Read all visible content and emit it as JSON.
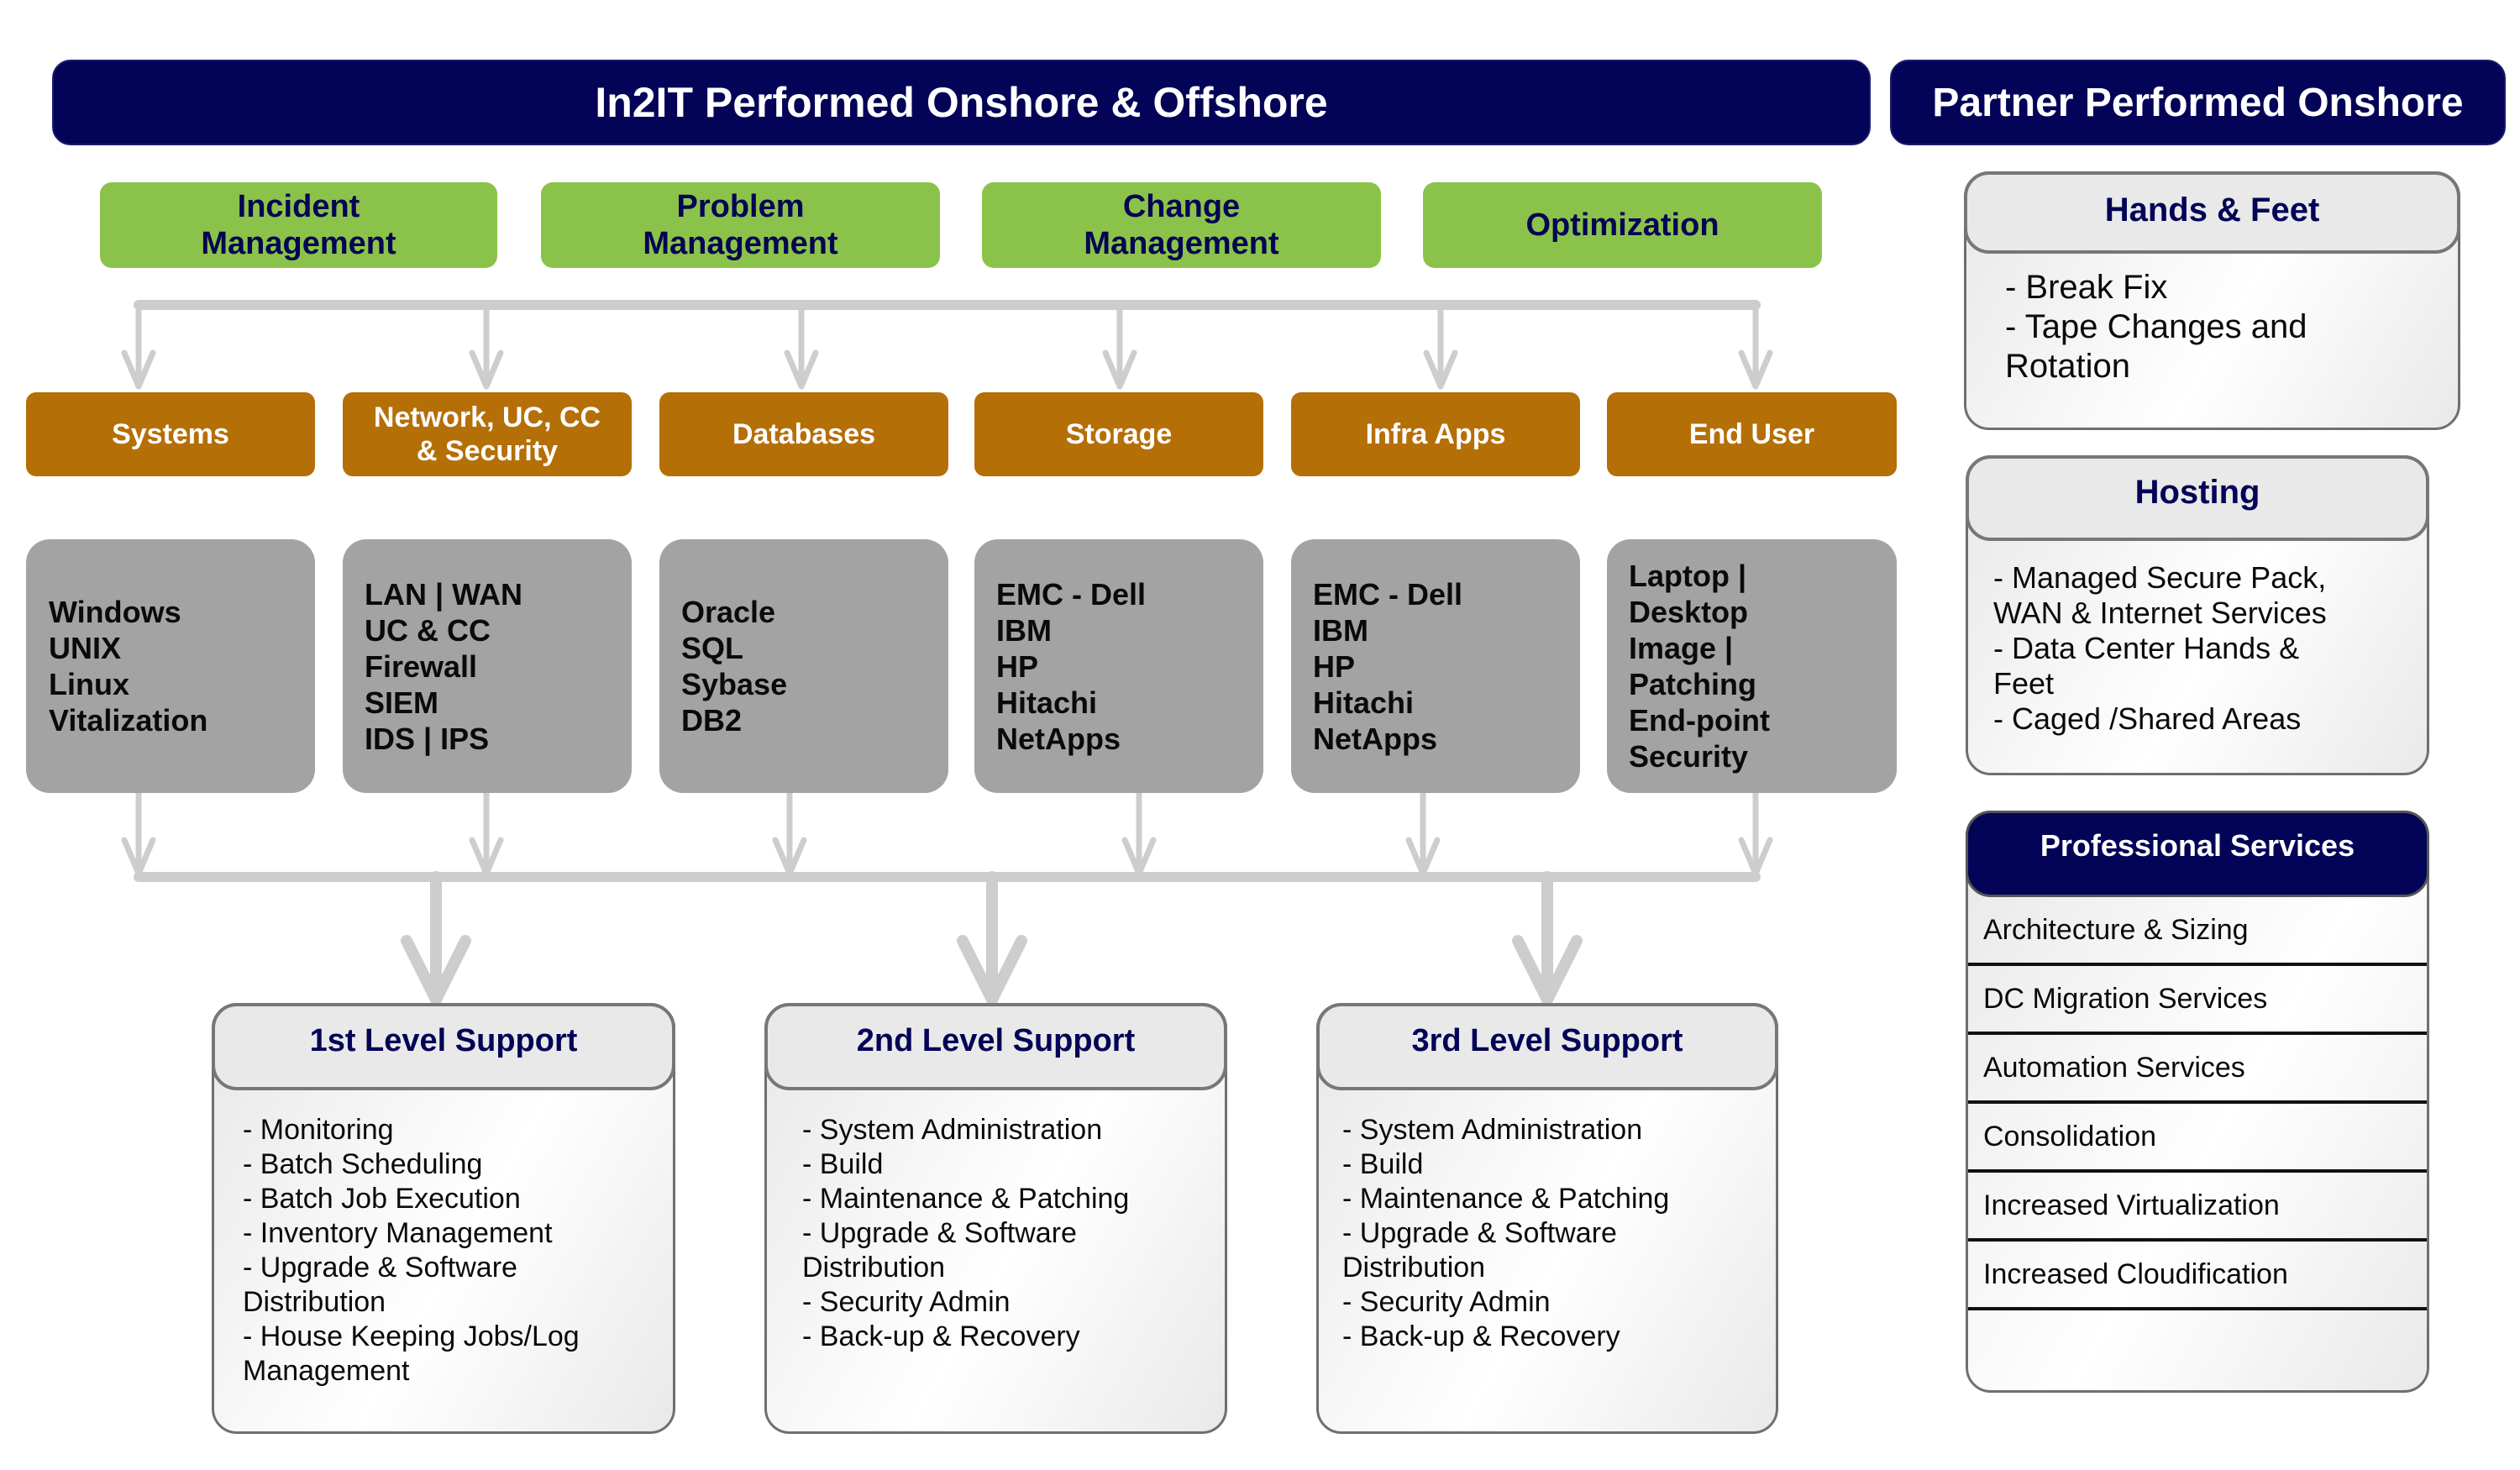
{
  "headers": {
    "in2it": "In2IT Performed Onshore & Offshore",
    "partner": "Partner Performed Onshore"
  },
  "processes": [
    {
      "label": "Incident\nManagement"
    },
    {
      "label": "Problem\nManagement"
    },
    {
      "label": "Change\nManagement"
    },
    {
      "label": "Optimization"
    }
  ],
  "towers": [
    {
      "label": "Systems",
      "items": [
        "Windows",
        "UNIX",
        "Linux",
        "Vitalization"
      ]
    },
    {
      "label": "Network, UC, CC\n& Security",
      "items": [
        "LAN | WAN",
        "UC & CC",
        "Firewall",
        "SIEM",
        "IDS | IPS"
      ]
    },
    {
      "label": "Databases",
      "items": [
        "Oracle",
        "SQL",
        "Sybase",
        "DB2"
      ]
    },
    {
      "label": "Storage",
      "items": [
        "EMC - Dell",
        "IBM",
        "HP",
        "Hitachi",
        "NetApps"
      ]
    },
    {
      "label": "Infra Apps",
      "items": [
        "EMC - Dell",
        "IBM",
        "HP",
        "Hitachi",
        "NetApps"
      ]
    },
    {
      "label": "End User",
      "items": [
        "Laptop |",
        "Desktop",
        "Image |",
        "Patching",
        "End-point",
        "Security"
      ]
    }
  ],
  "support_levels": [
    {
      "title": "1st Level Support",
      "lines": [
        "- Monitoring",
        "- Batch Scheduling",
        "- Batch Job Execution",
        "- Inventory Management",
        "- Upgrade & Software",
        "Distribution",
        "- House Keeping Jobs/Log",
        "Management"
      ]
    },
    {
      "title": "2nd Level Support",
      "lines": [
        "- System Administration",
        "- Build",
        "- Maintenance & Patching",
        "- Upgrade & Software",
        "Distribution",
        "- Security Admin",
        "- Back-up & Recovery"
      ]
    },
    {
      "title": "3rd Level Support",
      "lines": [
        "- System Administration",
        "- Build",
        "- Maintenance & Patching",
        "- Upgrade & Software",
        "Distribution",
        "- Security Admin",
        "- Back-up & Recovery"
      ]
    }
  ],
  "partner": {
    "hands_feet": {
      "title": "Hands & Feet",
      "lines": [
        "- Break Fix",
        "- Tape Changes and",
        "Rotation"
      ]
    },
    "hosting": {
      "title": "Hosting",
      "lines": [
        "- Managed Secure Pack,",
        "WAN & Internet Services",
        "- Data Center Hands &",
        "Feet",
        "- Caged /Shared Areas"
      ]
    },
    "professional_services": {
      "title": "Professional Services",
      "items": [
        "Architecture & Sizing",
        "DC Migration Services",
        "Automation Services",
        "Consolidation",
        "Increased Virtualization",
        "Increased Cloudification",
        ""
      ]
    }
  },
  "colors": {
    "navy": "#030357",
    "green": "#8bc34a",
    "orange": "#b56f07",
    "gray_box": "#a3a3a3",
    "connector": "#cccccc"
  }
}
